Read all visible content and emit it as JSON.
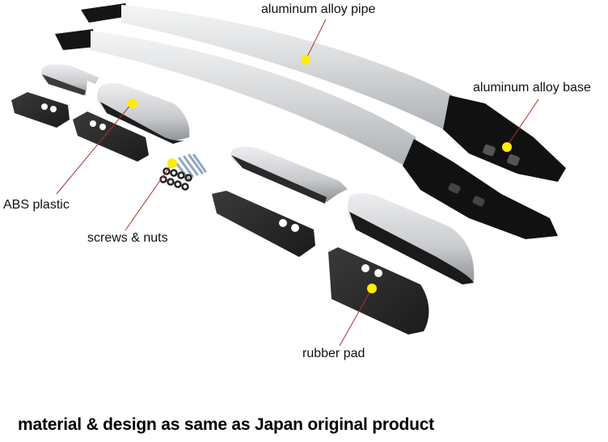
{
  "diagram": {
    "type": "exploded product parts diagram",
    "subject": "roof rack side rails kit",
    "callout_color": "#c0392b",
    "marker_color": "#ffee00",
    "callouts": [
      {
        "id": "pipe",
        "label": "aluminum alloy pipe"
      },
      {
        "id": "base",
        "label": "aluminum alloy base"
      },
      {
        "id": "abs",
        "label": "ABS plastic"
      },
      {
        "id": "screws",
        "label": "screws & nuts"
      },
      {
        "id": "pad",
        "label": "rubber pad"
      }
    ],
    "caption": "material & design as same as Japan original product"
  }
}
